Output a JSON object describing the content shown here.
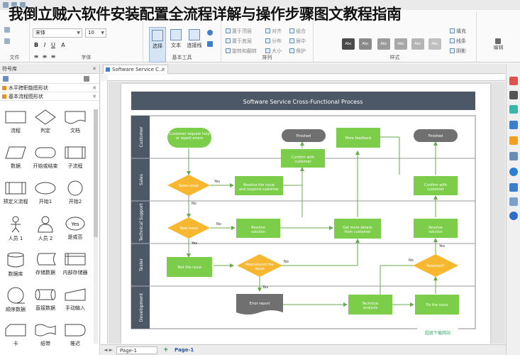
{
  "overlay_title": "我倒立贼六软件安装配置全流程详解与操作步骤图文教程指南",
  "colors": {
    "accent": "#2b579a",
    "lane_header": "#4d5866",
    "green": "#7ccd4a",
    "yellow": "#f7b731",
    "gray_terminal": "#707070",
    "ribbon_bg": "#fafafa"
  },
  "ribbon": {
    "font_name": "宋体",
    "font_size": "10",
    "groups": {
      "file": "文件",
      "font": "字体",
      "basic_tools": "基本工具",
      "arrange": "排列",
      "style": "样式",
      "edit": "编辑"
    },
    "tools": {
      "select": "选择",
      "text": "文本",
      "connector": "连接线"
    },
    "arrange_items": [
      "置于顶层",
      "置于底层",
      "旋转和翻转",
      "对齐",
      "分布",
      "大小",
      "组合",
      "居中",
      "保护"
    ],
    "style_swatch_label": "Abc",
    "fill_items": [
      "填充",
      "线条",
      "阴影"
    ]
  },
  "sidebar": {
    "title": "符号库",
    "libraries": [
      "水平跨职能图形状",
      "基本流程图形状"
    ],
    "shapes": [
      "流程",
      "判定",
      "文档",
      "数据",
      "开始或结束",
      "子流程",
      "预定义流程",
      "开始1",
      "开始2",
      "人员 1",
      "人员 2",
      "是或否",
      "数据库",
      "存储数据",
      "内部存储器",
      "顺序数据",
      "直接数据",
      "手动输入",
      "卡",
      "纸带",
      "推迟"
    ],
    "yes_label": "Yes"
  },
  "doc_tab": {
    "title": "Software Service C..."
  },
  "diagram": {
    "title": "Software Service Cross-Functional Process",
    "lanes": [
      "Customer",
      "Sales",
      "Technical Support",
      "Tester",
      "Development"
    ],
    "nodes": {
      "customer_request": "Customer request help or report errors",
      "finished_1": "Finished",
      "more_feedback": "More feedback",
      "finished_2": "Finished",
      "confirm_customer_1": "Confirm with customer",
      "sales_issue": "Sales issue",
      "resolve_respond": "Resolve the issue and respond customer",
      "confirm_customer_2": "Confirm with customer",
      "new_issue": "New issue",
      "resolve_solution_1": "Resolve solution",
      "get_more_details": "Get more details from customer",
      "resolve_solution_2": "Resolve solution",
      "test_issue": "Test the issue",
      "reproduced": "Reproduced the issue",
      "resolved": "Resolved?",
      "error_report": "Error report",
      "technical_analysis": "Technical analysis",
      "fix_issue": "Fix the issue"
    },
    "edge_labels": {
      "yes": "Yes",
      "no": "No"
    }
  },
  "page_tabs": {
    "page_selector": "Page-1",
    "add": "+",
    "active_page": "Page-1"
  },
  "watermark": "超级下载网站"
}
